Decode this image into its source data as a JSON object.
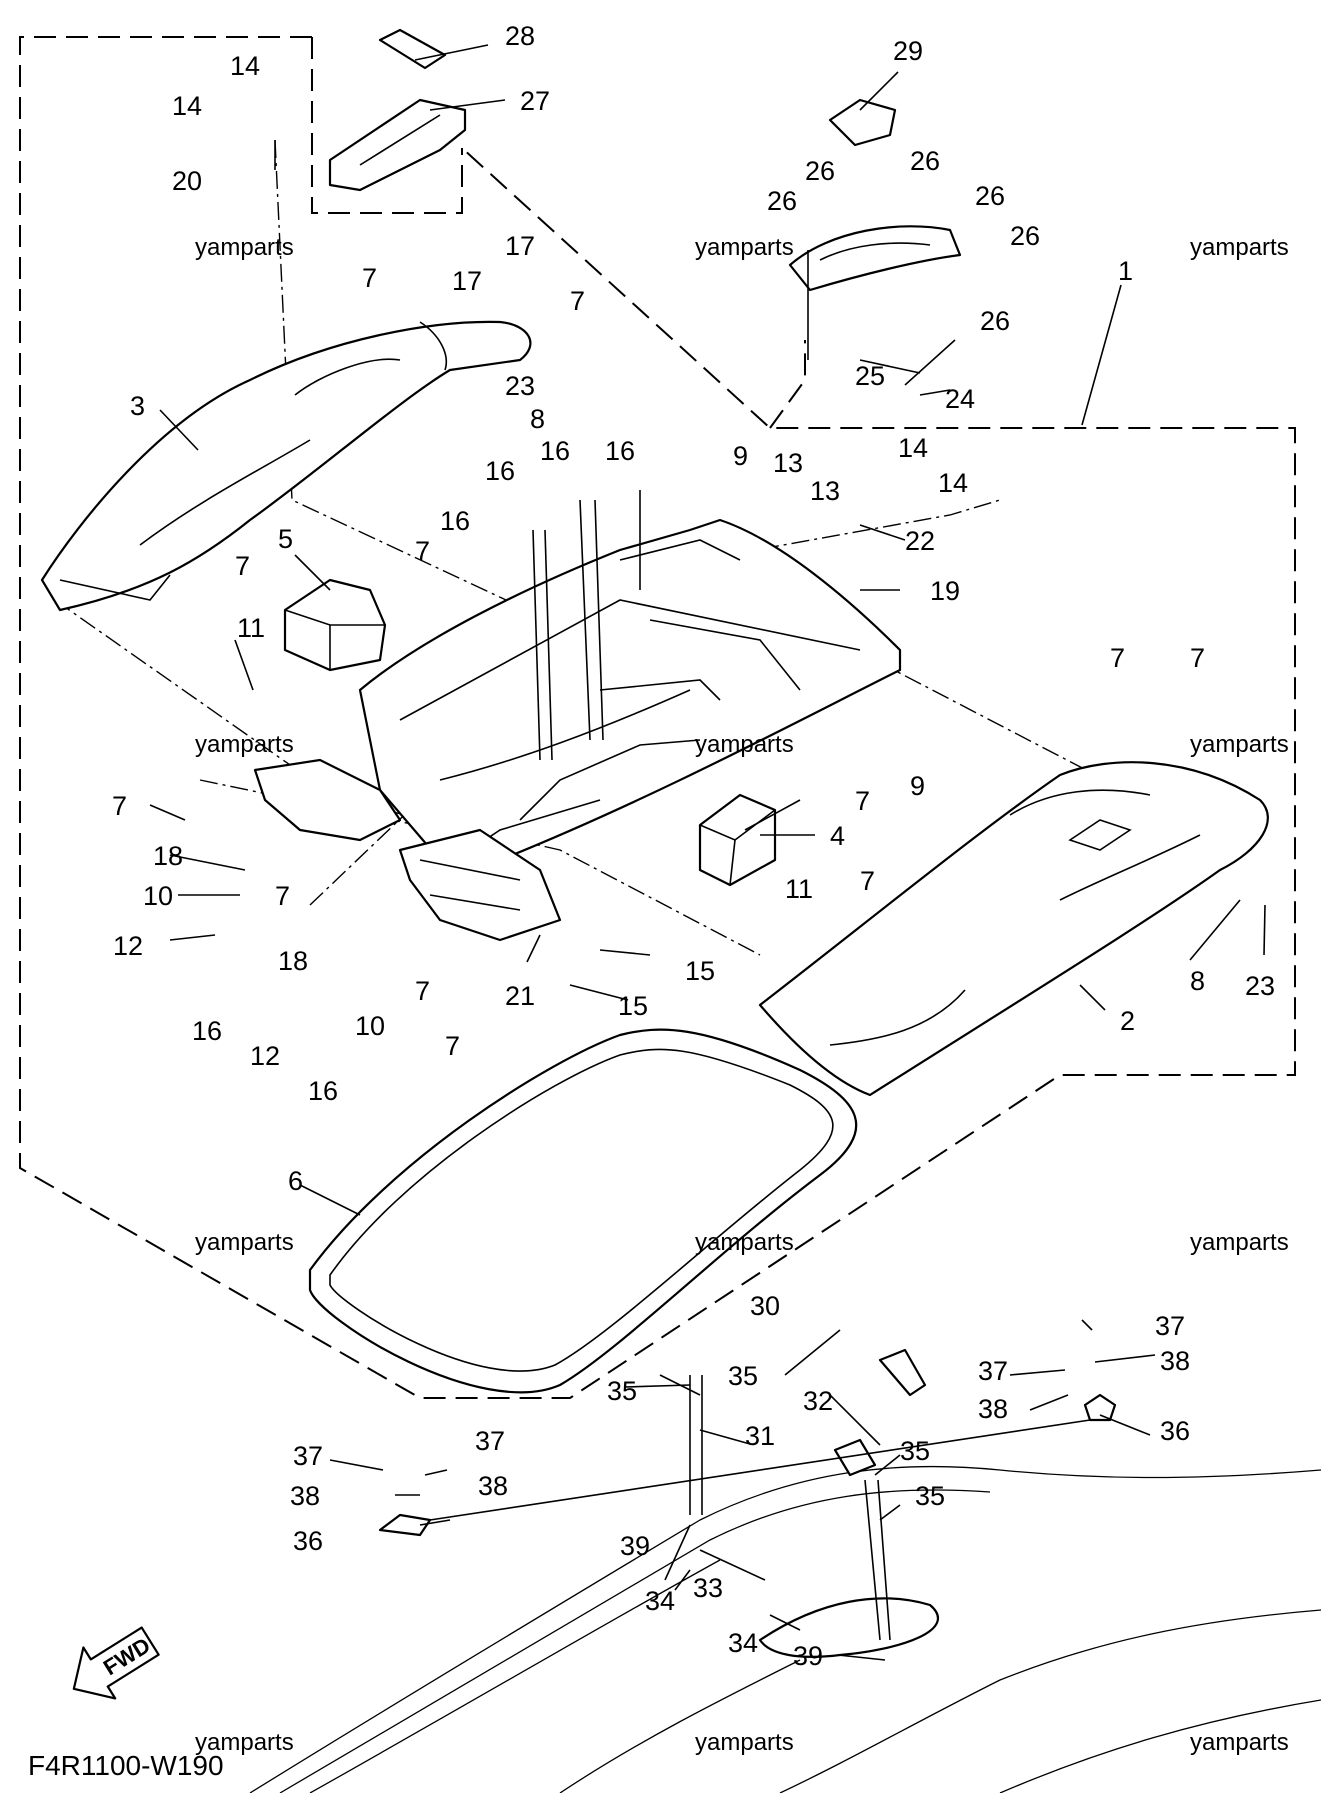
{
  "diagram": {
    "callouts": [
      "1",
      "2",
      "3",
      "4",
      "5",
      "6",
      "7",
      "8",
      "9",
      "10",
      "11",
      "12",
      "13",
      "14",
      "15",
      "16",
      "17",
      "18",
      "19",
      "20",
      "21",
      "22",
      "23",
      "24",
      "25",
      "26",
      "27",
      "28",
      "29",
      "30",
      "31",
      "32",
      "33",
      "34",
      "35",
      "36",
      "37",
      "38",
      "39"
    ],
    "watermark": "yamparts",
    "drawing_code": "F4R1100-W190",
    "fwd_label": "FWD",
    "icons": [
      "fwd-arrow-icon"
    ]
  }
}
